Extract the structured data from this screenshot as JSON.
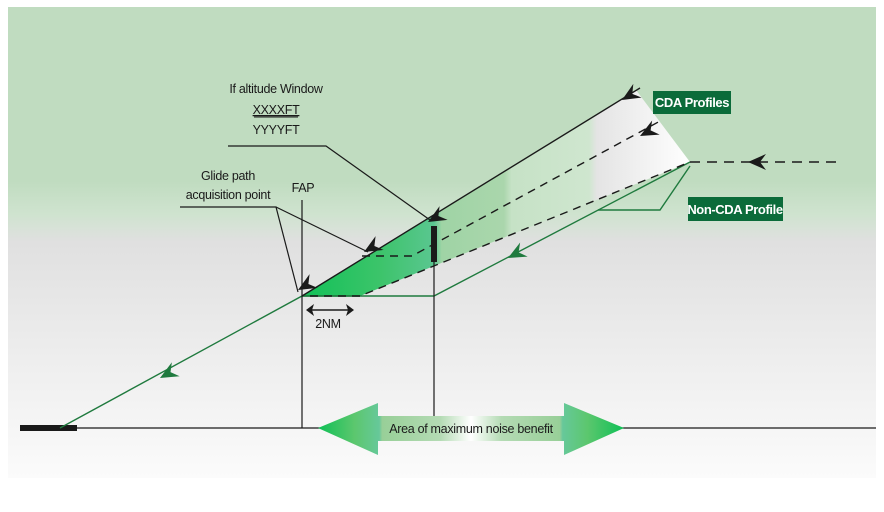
{
  "diagram": {
    "title_labels": {
      "altitude_window_heading": "If altitude Window",
      "altitude_upper": "XXXXFT",
      "altitude_lower": "YYYYFT",
      "glide_path_line1": "Glide path",
      "glide_path_line2": "acquisition point",
      "fap": "FAP",
      "distance": "2NM",
      "noise_area": "Area of maximum noise benefit"
    },
    "tags": {
      "cda_profiles": "CDA Profiles",
      "non_cda_profile": "Non-CDA Profile"
    },
    "colors": {
      "sky_green": "#c0dcc0",
      "ground_gray": "#e2e2e2",
      "tag_green": "#0b6b3a",
      "path_green": "#1f7a3e",
      "wedge_bright": "#17c35a",
      "line_dark": "#1a1a1a"
    }
  }
}
